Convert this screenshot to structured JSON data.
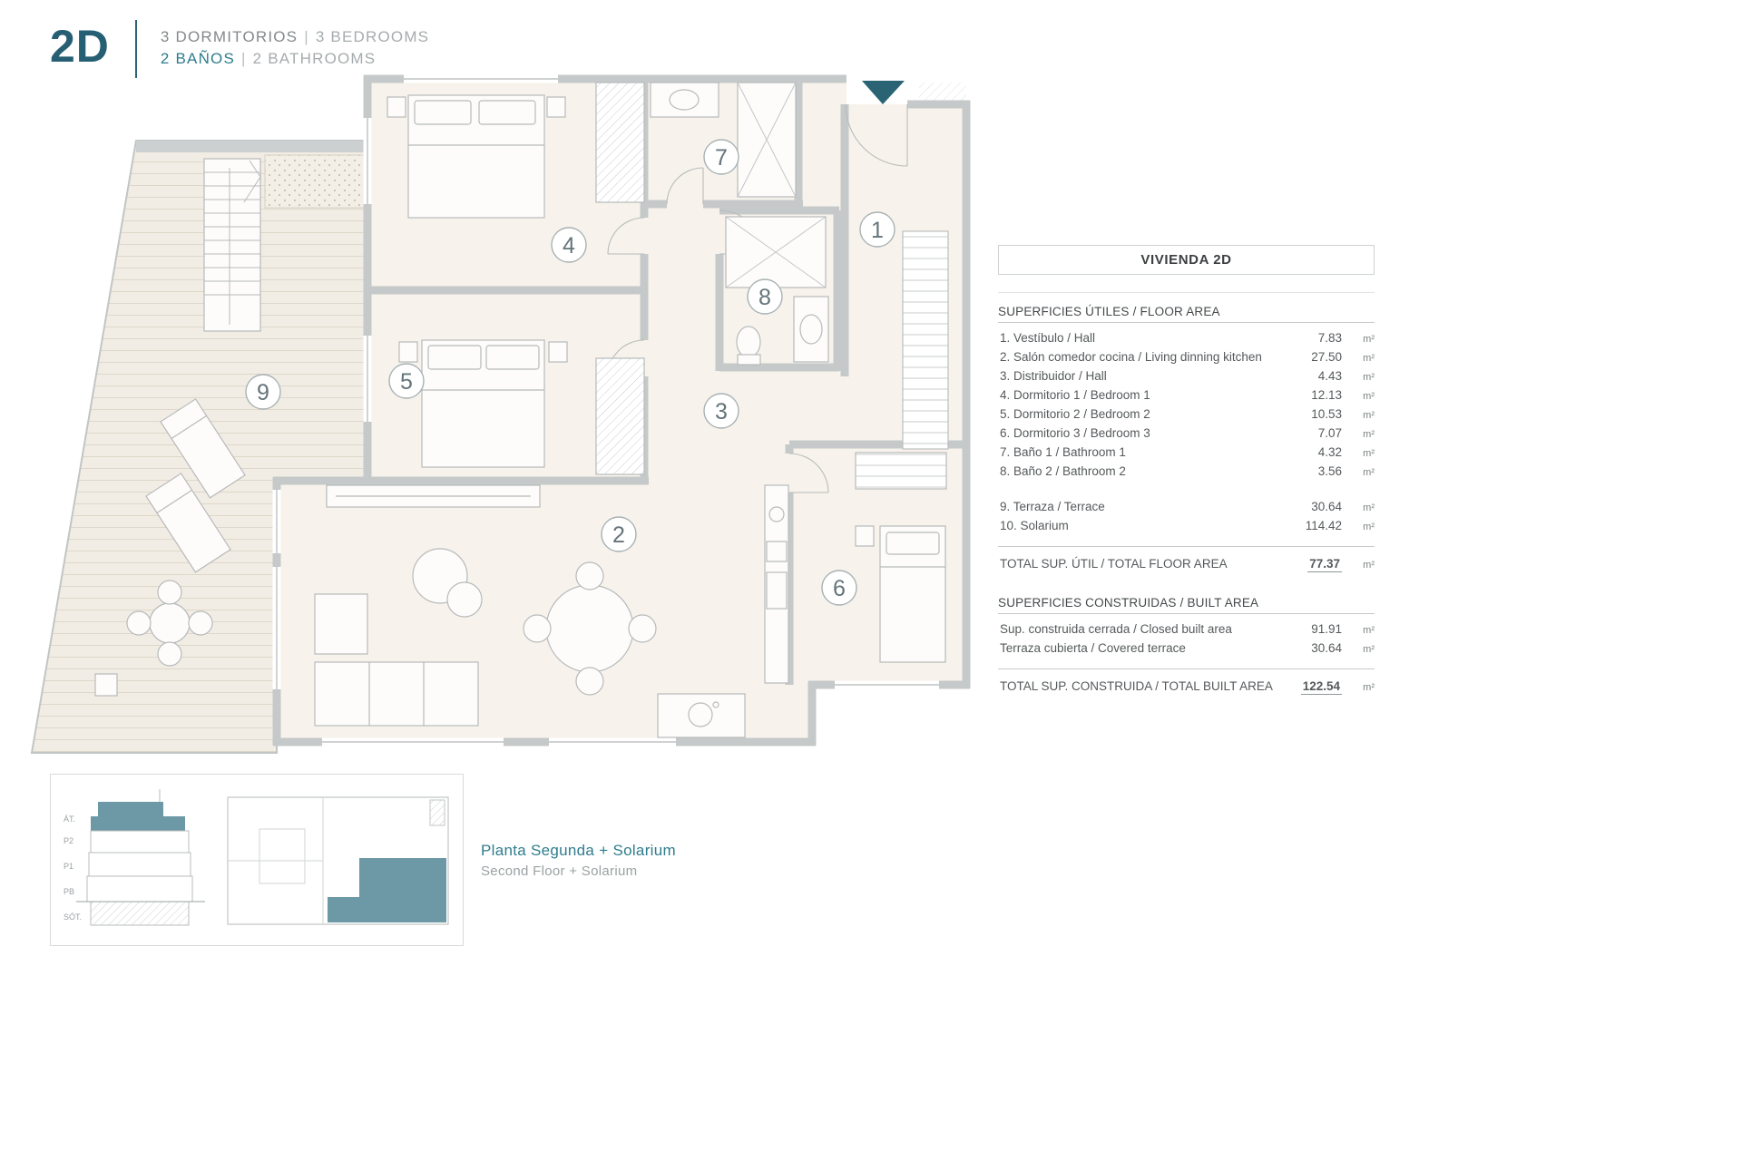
{
  "header": {
    "unit": "2D",
    "bedrooms_es": "3 DORMITORIOS",
    "bedrooms_en": "3 BEDROOMS",
    "bathrooms_es": "2 BAÑOS",
    "bathrooms_en": "2 BATHROOMS",
    "separator": "|"
  },
  "plan": {
    "rooms": {
      "r1": "1",
      "r2": "2",
      "r3": "3",
      "r4": "4",
      "r5": "5",
      "r6": "6",
      "r7": "7",
      "r8": "8",
      "r9": "9"
    }
  },
  "panel": {
    "title": "VIVIENDA 2D",
    "unit": "m²",
    "floor_area": {
      "header": "SUPERFICIES ÚTILES / FLOOR AREA",
      "rows": [
        {
          "label": "1. Vestíbulo / Hall",
          "value": "7.83"
        },
        {
          "label": "2. Salón comedor cocina / Living dinning kitchen",
          "value": "27.50"
        },
        {
          "label": "3. Distribuidor / Hall",
          "value": "4.43"
        },
        {
          "label": "4. Dormitorio 1 / Bedroom 1",
          "value": "12.13"
        },
        {
          "label": "5. Dormitorio 2 / Bedroom 2",
          "value": "10.53"
        },
        {
          "label": "6. Dormitorio 3 / Bedroom 3",
          "value": "7.07"
        },
        {
          "label": "7. Baño 1 / Bathroom 1",
          "value": "4.32"
        },
        {
          "label": "8. Baño 2 / Bathroom 2",
          "value": "3.56"
        }
      ],
      "outdoor_rows": [
        {
          "label": "9. Terraza / Terrace",
          "value": "30.64"
        },
        {
          "label": "10. Solarium",
          "value": "114.42"
        }
      ],
      "total_label": "TOTAL SUP. ÚTIL / TOTAL FLOOR AREA",
      "total_value": "77.37"
    },
    "built_area": {
      "header": "SUPERFICIES CONSTRUIDAS / BUILT AREA",
      "rows": [
        {
          "label": "Sup. construida cerrada / Closed built area",
          "value": "91.91"
        },
        {
          "label": "Terraza cubierta / Covered terrace",
          "value": "30.64"
        }
      ],
      "total_label": "TOTAL SUP. CONSTRUIDA /  TOTAL BUILT AREA",
      "total_value": "122.54"
    }
  },
  "footer": {
    "caption_es": "Planta Segunda + Solarium",
    "caption_en": "Second Floor + Solarium",
    "levels": [
      "ÁT.",
      "P2",
      "P1",
      "PB",
      "SÓT."
    ]
  },
  "colors": {
    "accent_dark_teal": "#265f74",
    "accent_teal": "#2e7d8e",
    "highlight_teal": "#6d98a6",
    "wall_gray": "#c6c9c9",
    "floor_beige": "#f7f3ec"
  }
}
